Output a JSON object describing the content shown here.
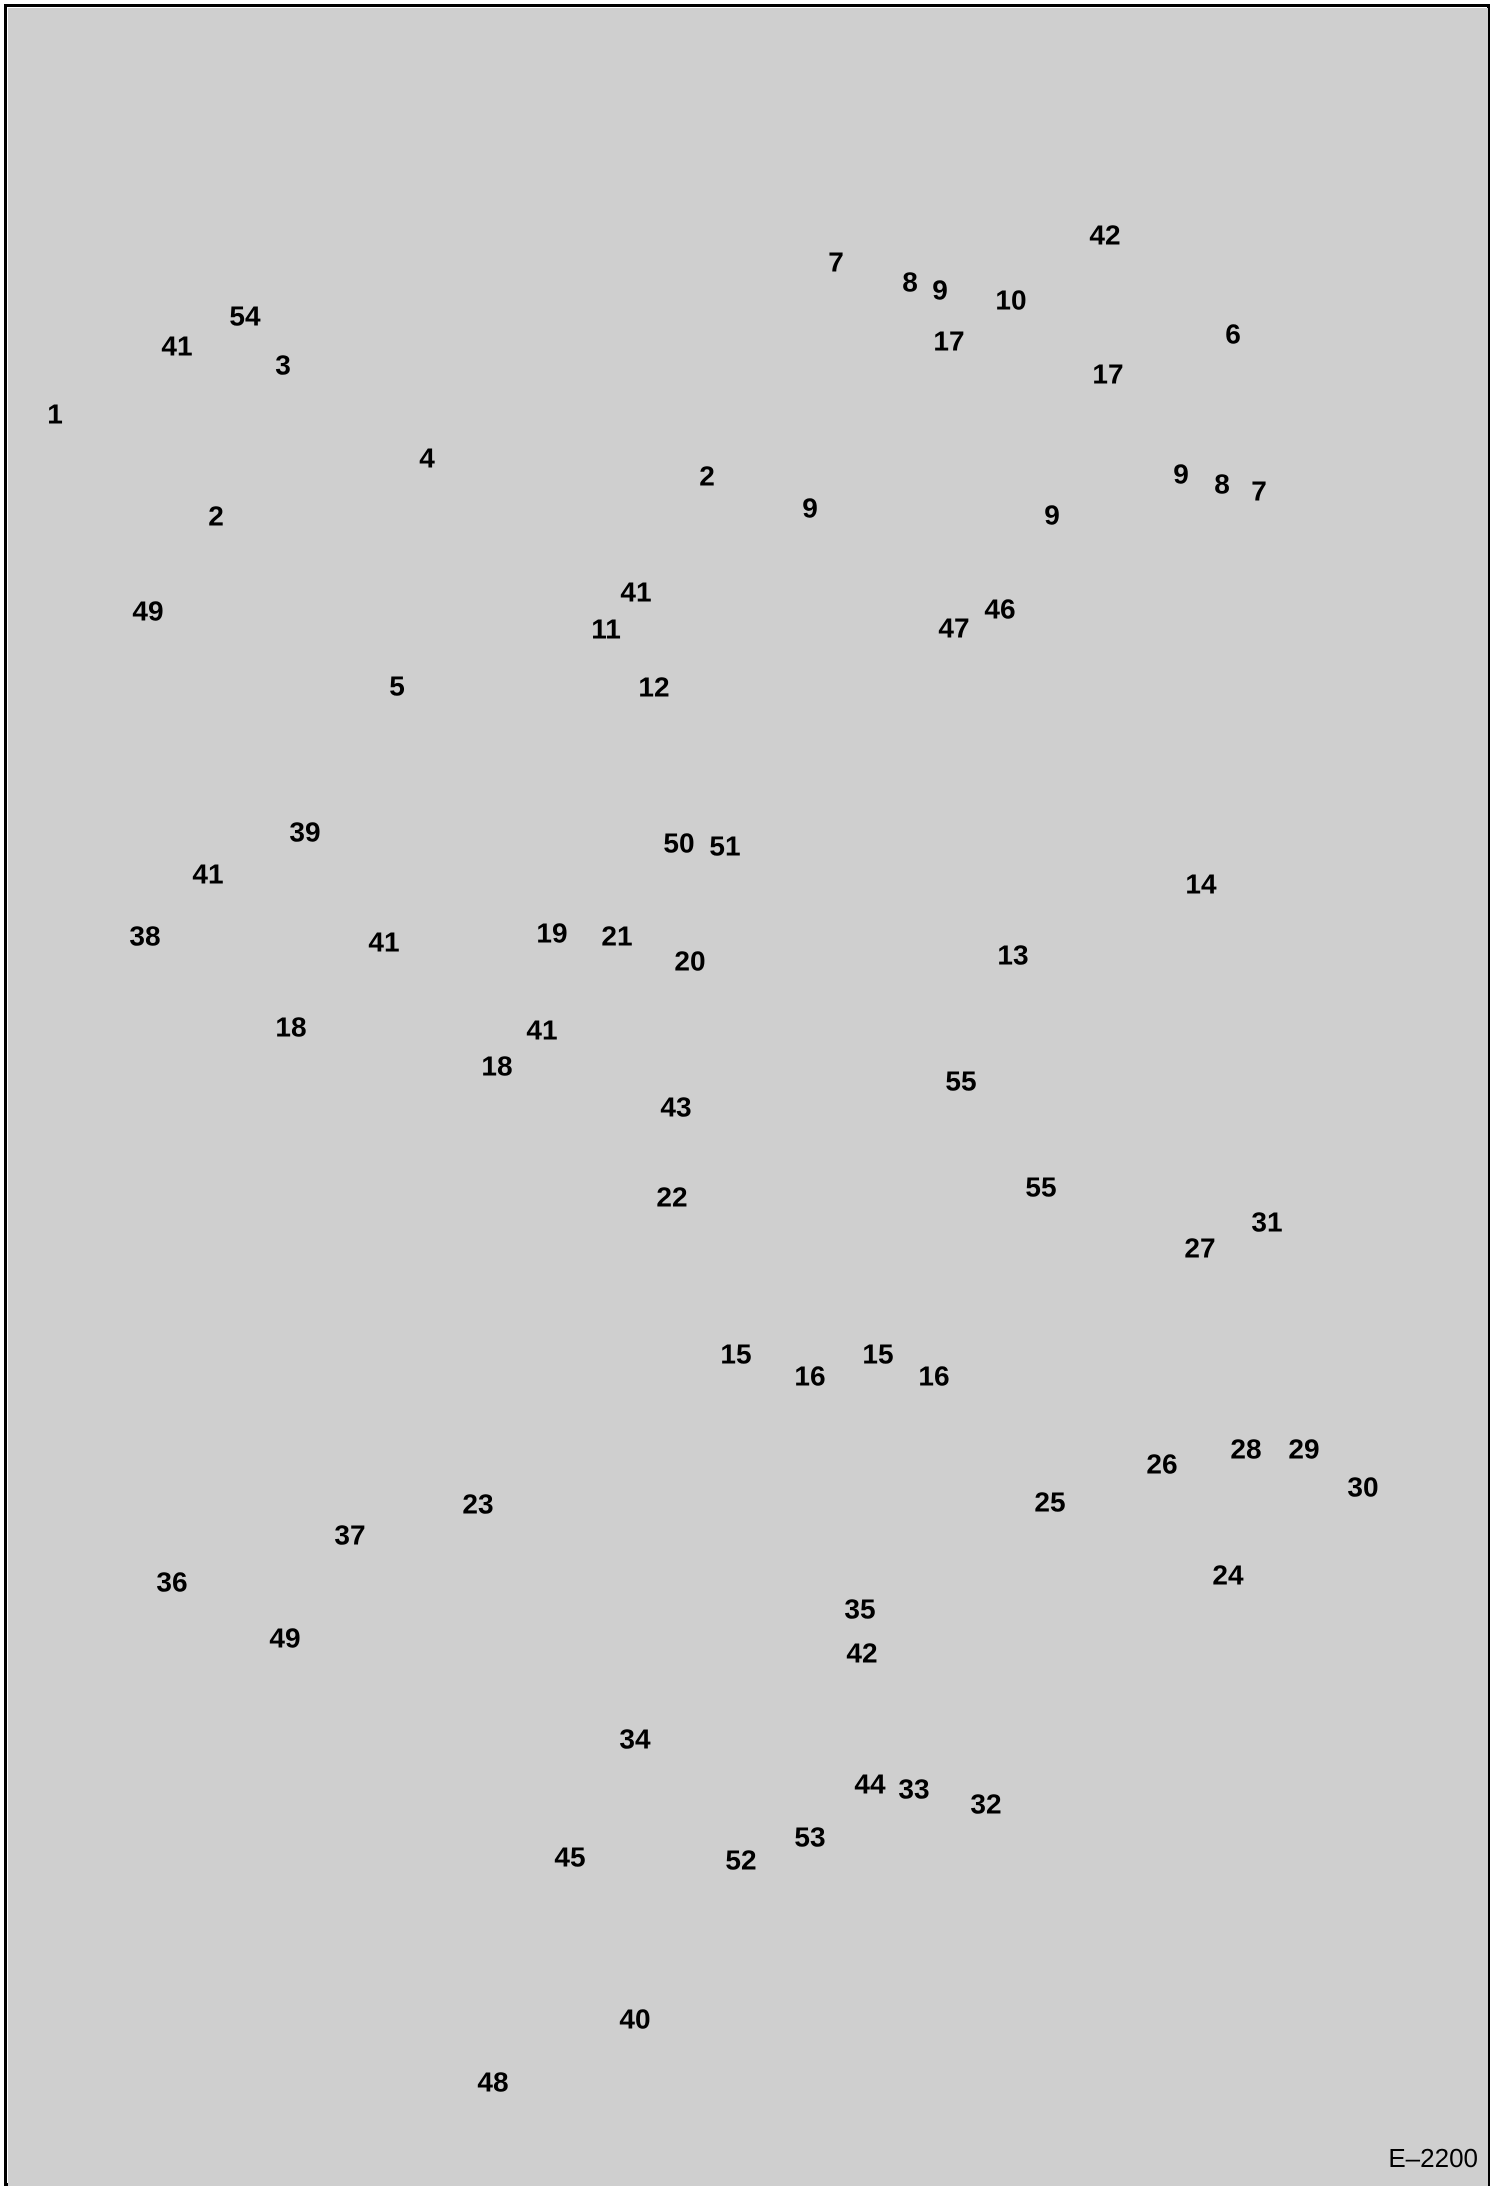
{
  "figure_id": "E–2200",
  "callouts": [
    {
      "n": "1"
    },
    {
      "n": "54"
    },
    {
      "n": "41"
    },
    {
      "n": "3"
    },
    {
      "n": "2"
    },
    {
      "n": "4"
    },
    {
      "n": "49"
    },
    {
      "n": "5"
    },
    {
      "n": "2"
    },
    {
      "n": "41"
    },
    {
      "n": "11"
    },
    {
      "n": "12"
    },
    {
      "n": "50"
    },
    {
      "n": "51"
    },
    {
      "n": "7"
    },
    {
      "n": "8"
    },
    {
      "n": "9"
    },
    {
      "n": "10"
    },
    {
      "n": "42"
    },
    {
      "n": "6"
    },
    {
      "n": "17"
    },
    {
      "n": "17"
    },
    {
      "n": "9"
    },
    {
      "n": "9"
    },
    {
      "n": "9"
    },
    {
      "n": "8"
    },
    {
      "n": "7"
    },
    {
      "n": "47"
    },
    {
      "n": "46"
    },
    {
      "n": "39"
    },
    {
      "n": "41"
    },
    {
      "n": "38"
    },
    {
      "n": "41"
    },
    {
      "n": "18"
    },
    {
      "n": "19"
    },
    {
      "n": "21"
    },
    {
      "n": "20"
    },
    {
      "n": "41"
    },
    {
      "n": "18"
    },
    {
      "n": "43"
    },
    {
      "n": "22"
    },
    {
      "n": "13"
    },
    {
      "n": "14"
    },
    {
      "n": "55"
    },
    {
      "n": "55"
    },
    {
      "n": "27"
    },
    {
      "n": "31"
    },
    {
      "n": "15"
    },
    {
      "n": "16"
    },
    {
      "n": "15"
    },
    {
      "n": "16"
    },
    {
      "n": "26"
    },
    {
      "n": "28"
    },
    {
      "n": "29"
    },
    {
      "n": "30"
    },
    {
      "n": "37"
    },
    {
      "n": "23"
    },
    {
      "n": "25"
    },
    {
      "n": "24"
    },
    {
      "n": "36"
    },
    {
      "n": "49"
    },
    {
      "n": "35"
    },
    {
      "n": "42"
    },
    {
      "n": "34"
    },
    {
      "n": "44"
    },
    {
      "n": "33"
    },
    {
      "n": "32"
    },
    {
      "n": "52"
    },
    {
      "n": "53"
    },
    {
      "n": "45"
    },
    {
      "n": "40"
    },
    {
      "n": "48"
    }
  ]
}
